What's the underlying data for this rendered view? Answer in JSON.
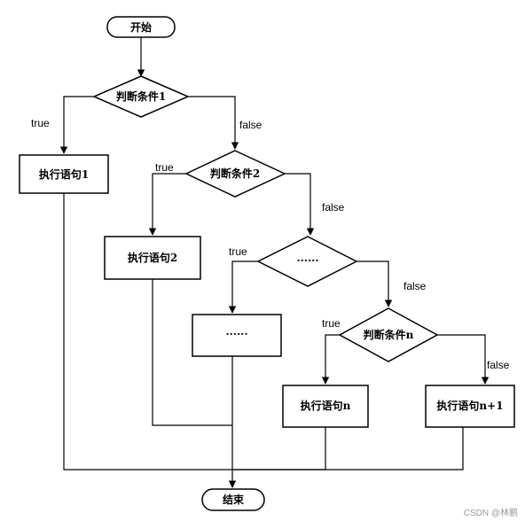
{
  "diagram": {
    "type": "flowchart",
    "nodes": [
      {
        "id": "start",
        "shape": "terminal",
        "label": "开始"
      },
      {
        "id": "cond1",
        "shape": "decision",
        "label": "判断条件1"
      },
      {
        "id": "stmt1",
        "shape": "process",
        "label": "执行语句1"
      },
      {
        "id": "cond2",
        "shape": "decision",
        "label": "判断条件2"
      },
      {
        "id": "stmt2",
        "shape": "process",
        "label": "执行语句2"
      },
      {
        "id": "cond_dots",
        "shape": "decision",
        "label": "······"
      },
      {
        "id": "stmt_dots",
        "shape": "process",
        "label": "······"
      },
      {
        "id": "condn",
        "shape": "decision",
        "label": "判断条件n"
      },
      {
        "id": "stmtn",
        "shape": "process",
        "label": "执行语句n"
      },
      {
        "id": "stmtn1",
        "shape": "process",
        "label": "执行语句n+1"
      },
      {
        "id": "end",
        "shape": "terminal",
        "label": "结束"
      }
    ],
    "edge_labels": {
      "c1_true": "true",
      "c1_false": "false",
      "c2_true": "true",
      "c2_false": "false",
      "cd_true": "true",
      "cd_false": "false",
      "cn_true": "true",
      "cn_false": "false"
    },
    "colors": {
      "stroke": "#000000",
      "fill": "#ffffff",
      "watermark": "#9a9a9a"
    }
  },
  "watermark": "CSDN @林鹏"
}
